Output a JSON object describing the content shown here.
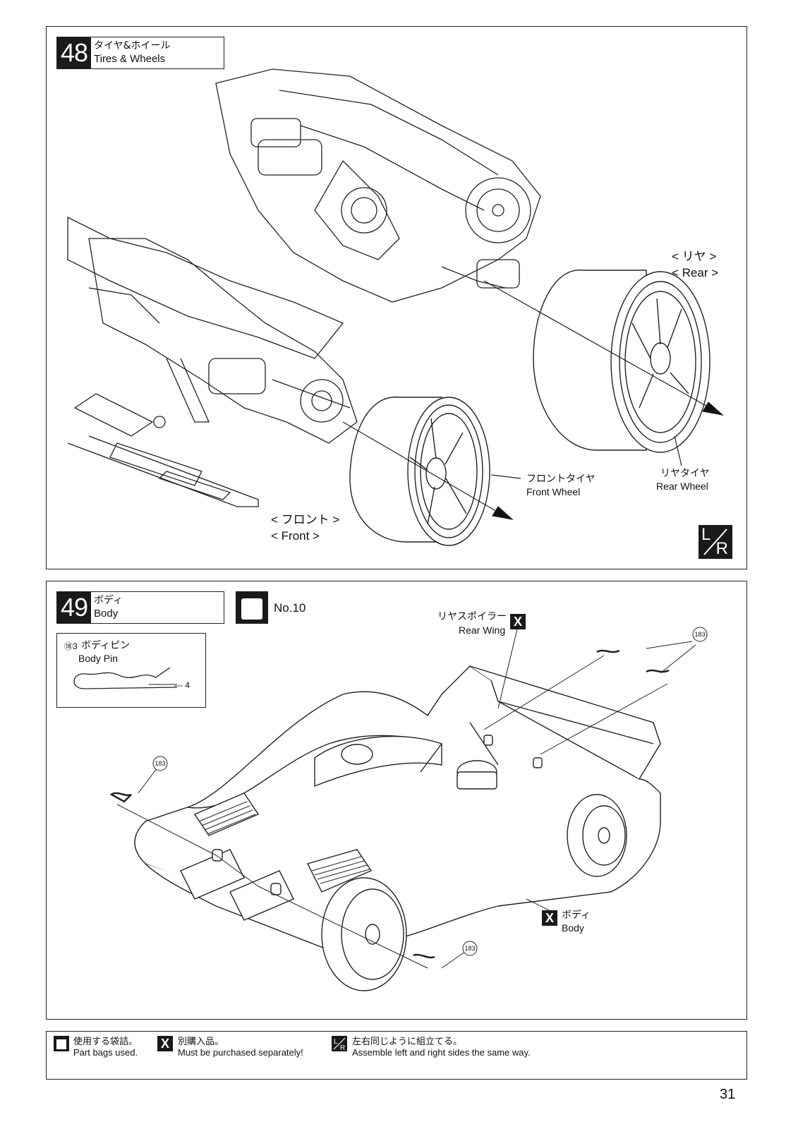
{
  "step48": {
    "number": "48",
    "title_jp": "タイヤ&ホイール",
    "title_en": "Tires & Wheels",
    "rear_jp": "< リヤ >",
    "rear_en": "< Rear >",
    "front_jp": "< フロント >",
    "front_en": "< Front >",
    "front_wheel_jp": "フロントタイヤ",
    "front_wheel_en": "Front Wheel",
    "rear_wheel_jp": "リヤタイヤ",
    "rear_wheel_en": "Rear Wheel",
    "lr_l": "L",
    "lr_r": "R"
  },
  "step49": {
    "number": "49",
    "title_jp": "ボディ",
    "title_en": "Body",
    "bag": "No.10",
    "part_ref": "⑱3",
    "part_num": "183",
    "part_name_jp": "ボディピン",
    "part_name_en": "Body Pin",
    "part_qty": "--- 4",
    "rear_wing_jp": "リヤスポイラー",
    "rear_wing_en": "Rear Wing",
    "body_jp": "ボディ",
    "body_en": "Body",
    "x_mark": "X"
  },
  "legend": {
    "bag_jp": "使用する袋詰。",
    "bag_en": "Part bags used.",
    "purchase_jp": "別購入品。",
    "purchase_en": "Must be purchased separately!",
    "lr_jp": "左右同じように組立てる。",
    "lr_en": "Assemble left and right sides the same way."
  },
  "page_number": "31"
}
